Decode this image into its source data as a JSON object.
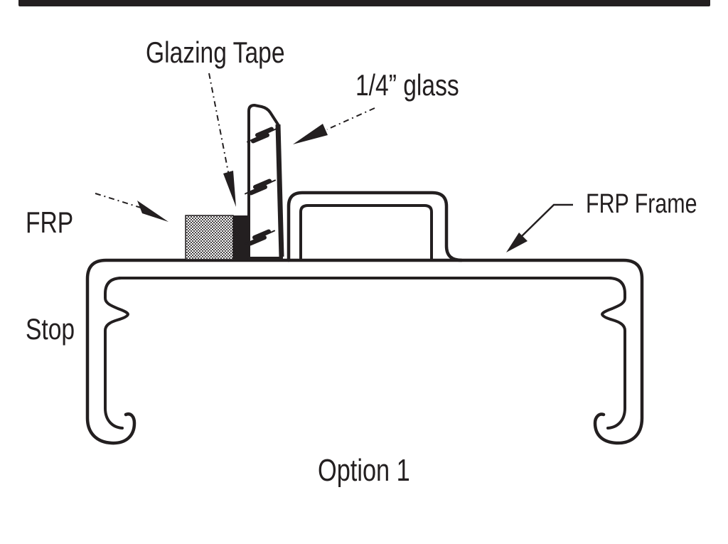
{
  "diagram": {
    "caption": "Option 1",
    "labels": {
      "glazing_tape": "Glazing Tape",
      "glass": "1/4” glass",
      "frp_stop_line1": "FRP",
      "frp_stop_line2": "Stop",
      "frp_frame": "FRP Frame"
    },
    "colors": {
      "ink": "#231f20",
      "paper": "#ffffff",
      "tape_fill": "#231f20",
      "stop_texture": "stipple-dots"
    }
  }
}
